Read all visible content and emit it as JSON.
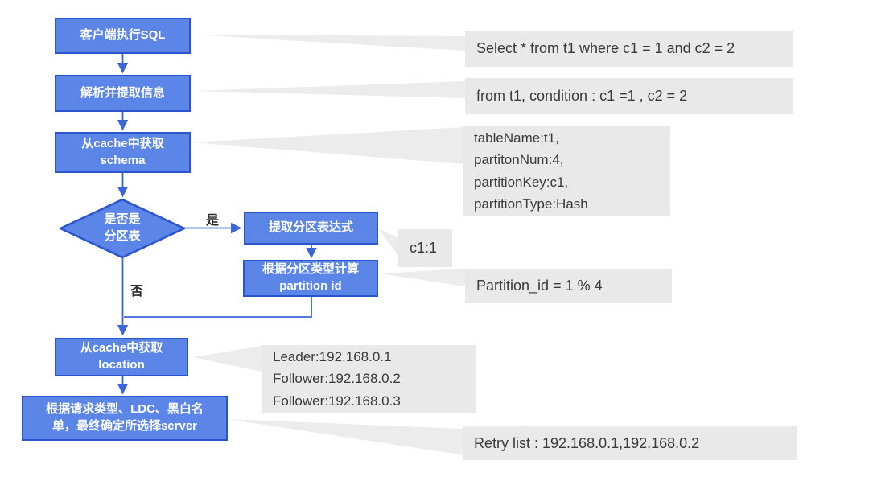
{
  "colors": {
    "node_fill": "#5b86e8",
    "node_border": "#2b55cc",
    "node_text": "#ffffff",
    "annotation_fill": "#e9e9e9",
    "annotation_text": "#3a3a3a",
    "callout_fill": "#ececec",
    "arrow": "#3a66d9",
    "branch_label_text": "#2b2b2b"
  },
  "flowchart": {
    "nodes": {
      "client_sql": "客户端执行SQL",
      "parse_extract": "解析并提取信息",
      "get_schema": "从cache中获取\nschema",
      "decision_partition": "是否是\n分区表",
      "extract_expression": "提取分区表达式",
      "calc_partition_id": "根据分区类型计算\npartition id",
      "get_location": "从cache中获取\nlocation",
      "choose_server": "根据请求类型、LDC、黑白名\n单，最终确定所选择server"
    },
    "branch_labels": {
      "yes": "是",
      "no": "否"
    },
    "annotations": {
      "sql_statement": "Select * from t1 where c1 = 1 and c2 = 2",
      "parsed_condition": "from t1, condition : c1 =1 , c2 = 2",
      "schema_info": "tableName:t1,\npartitonNum:4,\npartitionKey:c1,\npartitionType:Hash",
      "partition_expression_value": "c1:1",
      "partition_id_calc": "Partition_id = 1 % 4",
      "location_info": "Leader:192.168.0.1\nFollower:192.168.0.2\nFollower:192.168.0.3",
      "retry_list": "Retry list : 192.168.0.1,192.168.0.2"
    }
  }
}
